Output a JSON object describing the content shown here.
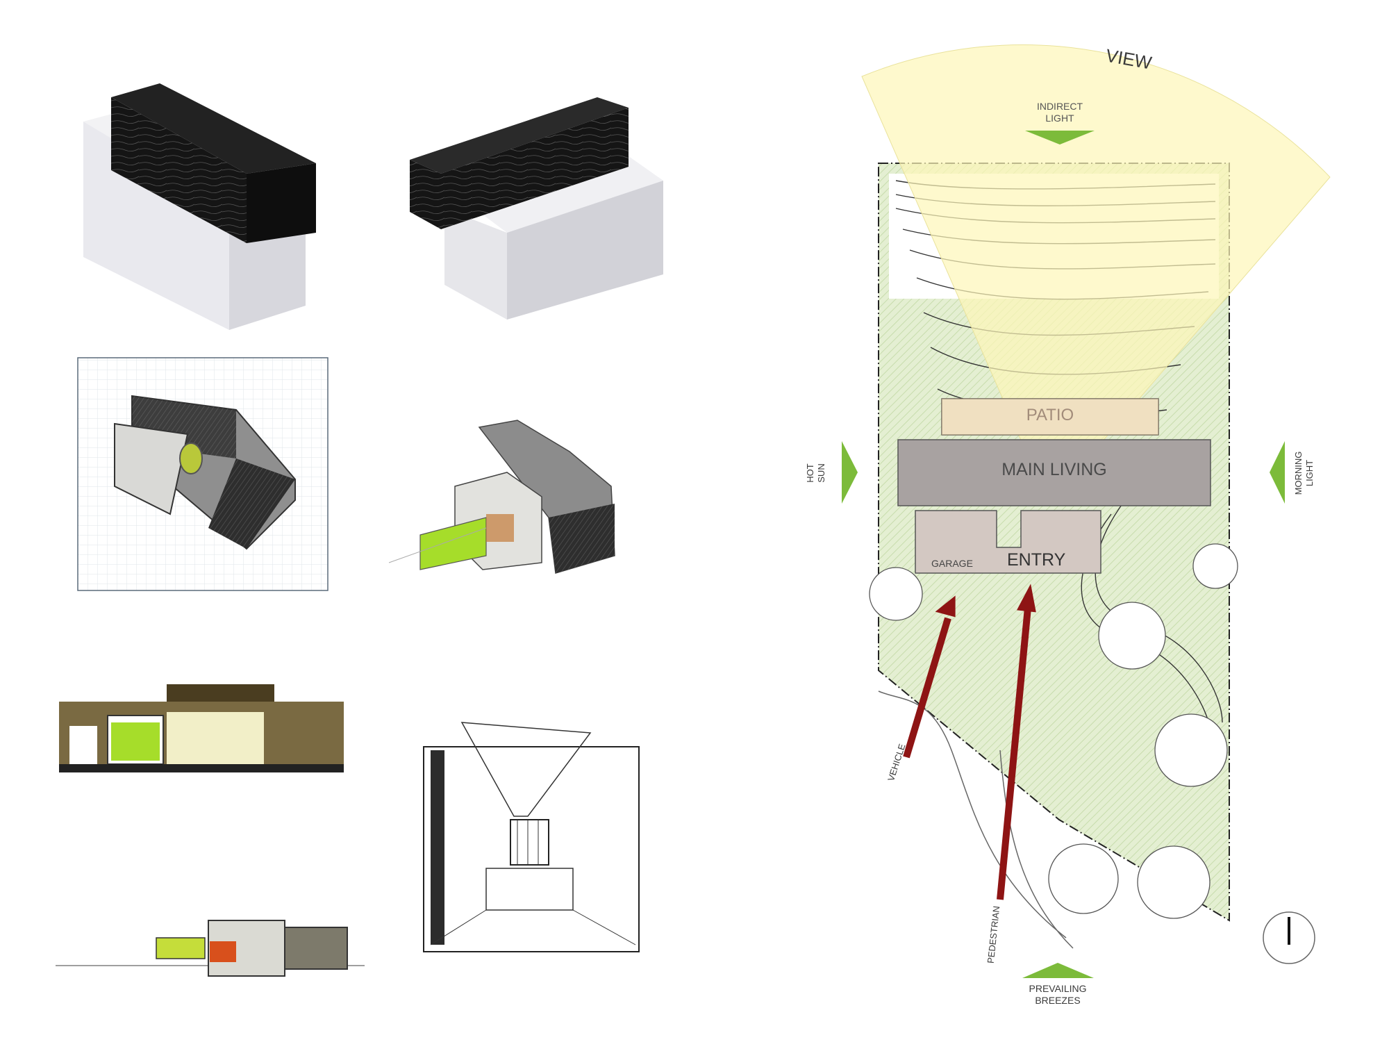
{
  "site_plan": {
    "view_label": "VIEW",
    "indirect_light": [
      "INDIRECT",
      "LIGHT"
    ],
    "hot_sun": [
      "HOT",
      "SUN"
    ],
    "morning_light": [
      "MORNING",
      "LIGHT"
    ],
    "patio": "PATIO",
    "main_living": "MAIN LIVING",
    "garage": "GARAGE",
    "entry": "ENTRY",
    "vehicle": "VEHICLE",
    "pedestrian": "PEDESTRIAN",
    "prevailing_breezes": [
      "PREVAILING",
      "BREEZES"
    ],
    "colors": {
      "view_fan": "#fdf6b8",
      "vegetation": "#dfeccc",
      "arrow_green": "#7cbb3a",
      "arrow_red": "#8e1414",
      "patio_fill": "#ead5c6",
      "main_living_fill": "#a8a2a1",
      "entry_fill": "#d3c8c2"
    }
  },
  "sketches": {
    "massing_models": [
      "massing-model-left",
      "massing-model-right"
    ],
    "accent_colors": {
      "lime": "#a6dd2a",
      "orange": "#d8501c",
      "olive": "#6b5a2e"
    }
  }
}
